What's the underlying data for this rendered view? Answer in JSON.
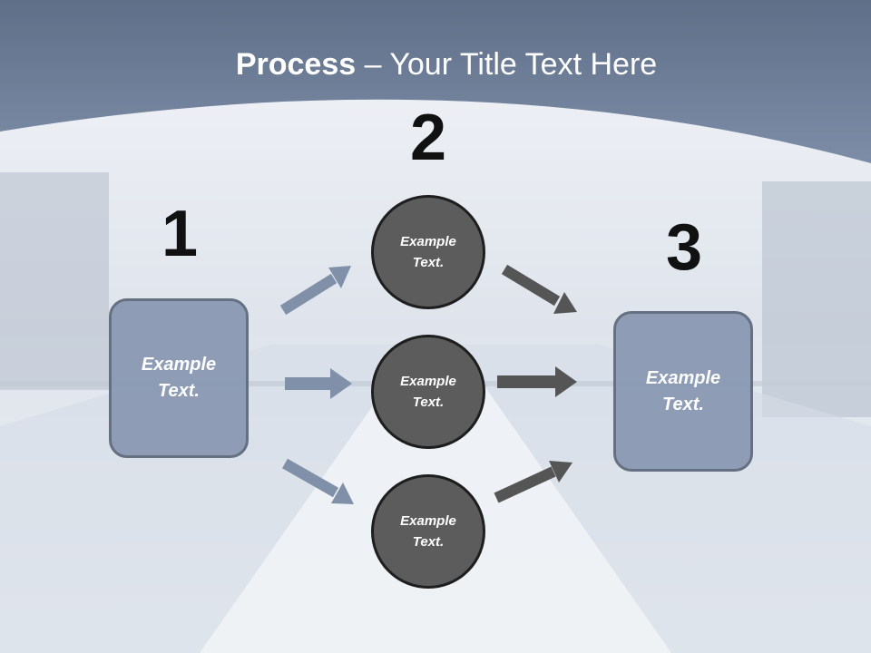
{
  "slide": {
    "title_bold": "Process",
    "title_rest": " – Your Title Text Here",
    "colors": {
      "header": "#6b7c97",
      "box_fill": "#8a9ab3",
      "circle_fill": "#5c5c5c",
      "arrow_light": "#7f90a8",
      "arrow_dark": "#555555"
    }
  },
  "steps": [
    {
      "number": "1",
      "line1": "Example",
      "line2": "Text."
    },
    {
      "number": "2"
    },
    {
      "number": "3",
      "line1": "Example",
      "line2": "Text."
    }
  ],
  "circles": [
    {
      "line1": "Example",
      "line2": "Text."
    },
    {
      "line1": "Example",
      "line2": "Text."
    },
    {
      "line1": "Example",
      "line2": "Text."
    }
  ]
}
